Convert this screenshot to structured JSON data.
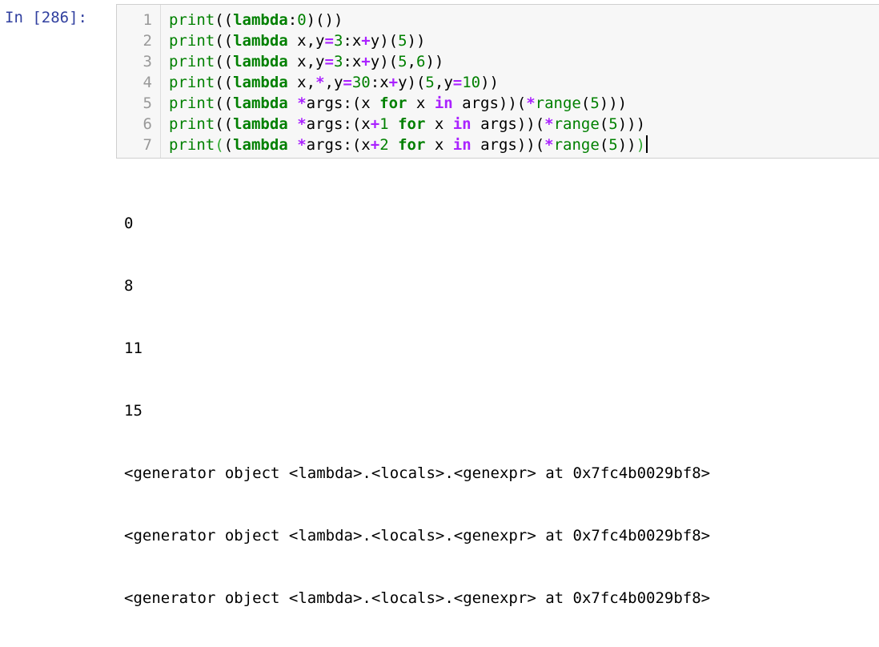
{
  "cell": {
    "prompt": "In [286]:",
    "line_numbers": [
      "1",
      "2",
      "3",
      "4",
      "5",
      "6",
      "7"
    ],
    "code": {
      "l1": [
        "print",
        "((",
        "lambda",
        ":",
        "0",
        ")())"
      ],
      "l2": [
        "print",
        "((",
        "lambda",
        " x,y",
        "=",
        "3",
        ":x",
        "+",
        "y)(",
        "5",
        "))"
      ],
      "l3": [
        "print",
        "((",
        "lambda",
        " x,y",
        "=",
        "3",
        ":x",
        "+",
        "y)(",
        "5",
        ",",
        "6",
        "))"
      ],
      "l4": [
        "print",
        "((",
        "lambda",
        " x,",
        "*",
        ",y",
        "=",
        "30",
        ":x",
        "+",
        "y)(",
        "5",
        ",y",
        "=",
        "10",
        "))"
      ],
      "l5": [
        "print",
        "((",
        "lambda",
        " ",
        "*",
        "args:(x ",
        "for",
        " x ",
        "in",
        " args))(",
        "*",
        "range",
        "(",
        "5",
        ")))"
      ],
      "l6": [
        "print",
        "((",
        "lambda",
        " ",
        "*",
        "args:(x",
        "+",
        "1",
        " ",
        "for",
        " x ",
        "in",
        " args))(",
        "*",
        "range",
        "(",
        "5",
        ")))"
      ],
      "l7": [
        "print",
        "(",
        "(",
        "lambda",
        " ",
        "*",
        "args:(x",
        "+",
        "2",
        " ",
        "for",
        " x ",
        "in",
        " args))(",
        "*",
        "range",
        "(",
        "5",
        "))",
        ")"
      ]
    }
  },
  "output": {
    "lines": [
      "0",
      "8",
      "11",
      "15",
      "<generator object <lambda>.<locals>.<genexpr> at 0x7fc4b0029bf8>",
      "<generator object <lambda>.<locals>.<genexpr> at 0x7fc4b0029bf8>",
      "<generator object <lambda>.<locals>.<genexpr> at 0x7fc4b0029bf8>"
    ]
  }
}
